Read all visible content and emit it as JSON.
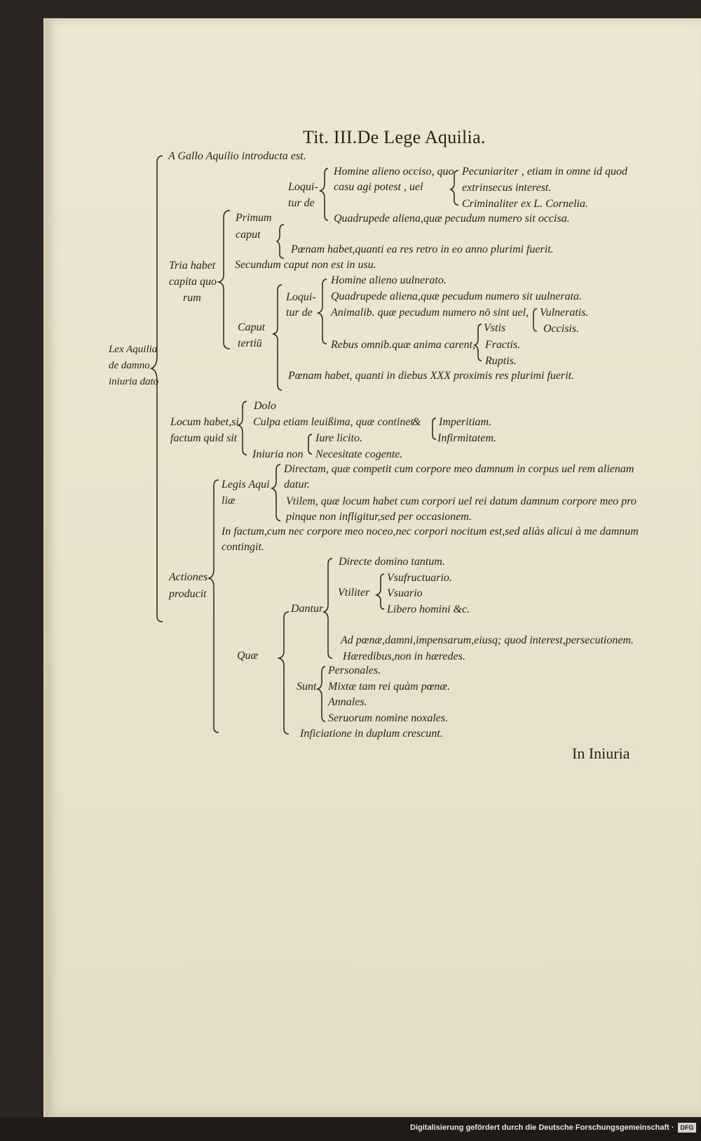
{
  "title": "Tit. III.De Lege Aquilia.",
  "root": "Lex Aquilia de damno iniuria dato",
  "texts": {
    "intro": "A Gallo Aquilio introducta est.",
    "tria1": "Tria habet",
    "tria2": "capita quo",
    "tria3": "rum",
    "primum1": "Primum",
    "primum2": "caput",
    "loq1a": "Loqui-",
    "loq1b": "tur de",
    "hom1": "Homine alieno occiso, quo",
    "hom2": "casu agi potest , uel",
    "pec1": "Pecuniariter , etiam in omne id quod",
    "pec2": "extrinsecus interest.",
    "crim": "Criminaliter ex L. Cornelia.",
    "quad1": "Quadrupede aliena,quæ pecudum numero sit occisa.",
    "poena1": "Pœnam habet,quanti ea res retro in eo anno plurimi fuerit.",
    "secundum": "Secundum caput non est in usu.",
    "tert1": "Caput",
    "tert2": "tertiū",
    "loq2a": "Loqui-",
    "loq2b": "tur de",
    "hom3": "Homine alieno uulnerato.",
    "quad2": "Quadrupede aliena,quæ pecudum numero sit uulnerata.",
    "anim": "Animalib. quæ pecudum numero nō sint uel,",
    "vuln": "Vulneratis.",
    "occ": "Occisis.",
    "vst": "Vstis",
    "rebus": "Rebus omnib.quæ anima carent,",
    "fract": "Fractis.",
    "rupt": "Ruptis.",
    "poena2": "Pœnam habet, quanti in diebus XXX proximis res plurimi fuerit.",
    "loc1": "Locum habet,si",
    "loc2": "factum quid sit",
    "dolo": "Dolo",
    "culpa": "Culpa etiam leuißima, quæ continet",
    "et": "&",
    "imper": "Imperitiam.",
    "infirm": "Infirmitatem.",
    "iure": "Iure licito.",
    "iniuria": "Iniuria non",
    "necess": "Necesitate cogente.",
    "legis1": "Legis Aqui",
    "legis2": "liæ",
    "dir1": "Directam, quæ competit cum corpore meo damnum in corpus uel rem alienam",
    "dir2": "datur.",
    "vtil1": "Vtilem, quæ locum habet cum corpori uel rei datum damnum corpore meo pro",
    "vtil2": "pinque non infligitur,sed per occasionem.",
    "infact1": "In factum,cum nec corpore meo noceo,nec corpori nocitum est,sed aliàs alicui à me damnum",
    "infact2": "contingit.",
    "act1": "Actiones",
    "act2": "producit",
    "quae": "Quæ",
    "dantur": "Dantur",
    "dircte": "Directe domino tantum.",
    "vtiliter": "Vtiliter",
    "vsufr": "Vsufructuario.",
    "vsuario": "Vsuario",
    "libero": "Libero homini &c.",
    "adpoen": "Ad pœnæ,damni,impensarum,eiusq; quod interest,persecutionem.",
    "haered": "Hæredibus,non in hæredes.",
    "sunt": "Sunt",
    "pers": "Personales.",
    "mixt": "Mixtæ tam rei quàm pœnæ.",
    "annal": "Annales.",
    "seru": "Seruorum nomine noxales.",
    "infic": "Inficiatione in duplum crescunt."
  },
  "catchword": "In Iniuria",
  "footer": {
    "credit": "Digitalisierung gefördert durch die Deutsche Forschungsgemeinschaft ·",
    "logo": "DFG"
  }
}
